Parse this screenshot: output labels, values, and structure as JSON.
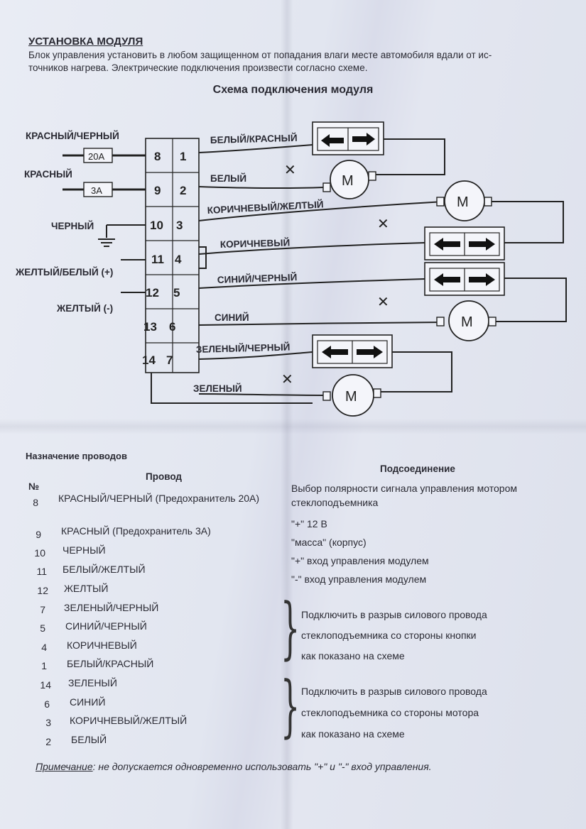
{
  "header": {
    "section_title": "УСТАНОВКА МОДУЛЯ",
    "intro_line1": "Блок управления установить в любом защищенном от попадания влаги месте автомобиля вдали от ис-",
    "intro_line2": "точников нагрева. Электрические подключения произвести согласно схеме.",
    "schema_title": "Схема подключения модуля"
  },
  "diagram": {
    "left_labels": {
      "red_black": "КРАСНЫЙ/ЧЕРНЫЙ",
      "red": "КРАСНЫЙ",
      "black": "ЧЕРНЫЙ",
      "yellow_white": "ЖЕЛТЫЙ/БЕЛЫЙ (+)",
      "yellow": "ЖЕЛТЫЙ (-)"
    },
    "fuse_20a": "20А",
    "fuse_3a": "3А",
    "pins_left": [
      "8",
      "9",
      "10",
      "11",
      "12",
      "13",
      "14"
    ],
    "pins_right": [
      "1",
      "2",
      "3",
      "4",
      "5",
      "6",
      "7"
    ],
    "right_labels": {
      "white_red": "БЕЛЫЙ/КРАСНЫЙ",
      "white": "БЕЛЫЙ",
      "brown_yellow": "КОРИЧНЕВЫЙ/ЖЕЛТЫЙ",
      "brown": "КОРИЧНЕВЫЙ",
      "blue_black": "СИНИЙ/ЧЕРНЫЙ",
      "blue": "СИНИЙ",
      "green_black": "ЗЕЛЕНЫЙ/ЧЕРНЫЙ",
      "green": "ЗЕЛЕНЫЙ"
    },
    "motor_label": "M",
    "cut_mark": "✕"
  },
  "wires_table": {
    "title": "Назначение проводов",
    "col_no": "№",
    "col_wire": "Провод",
    "col_connection": "Подсоединение",
    "rows": [
      {
        "no": "8",
        "wire": "КРАСНЫЙ/ЧЕРНЫЙ (Предохранитель 20А)"
      },
      {
        "no": "9",
        "wire": "КРАСНЫЙ (Предохранитель 3А)"
      },
      {
        "no": "10",
        "wire": "ЧЕРНЫЙ"
      },
      {
        "no": "11",
        "wire": "БЕЛЫЙ/ЖЕЛТЫЙ"
      },
      {
        "no": "12",
        "wire": "ЖЕЛТЫЙ"
      },
      {
        "no": "7",
        "wire": "ЗЕЛЕНЫЙ/ЧЕРНЫЙ"
      },
      {
        "no": "5",
        "wire": "СИНИЙ/ЧЕРНЫЙ"
      },
      {
        "no": "4",
        "wire": "КОРИЧНЕВЫЙ"
      },
      {
        "no": "1",
        "wire": "БЕЛЫЙ/КРАСНЫЙ"
      },
      {
        "no": "14",
        "wire": "ЗЕЛЕНЫЙ"
      },
      {
        "no": "6",
        "wire": "СИНИЙ"
      },
      {
        "no": "3",
        "wire": "КОРИЧНЕВЫЙ/ЖЕЛТЫЙ"
      },
      {
        "no": "2",
        "wire": "БЕЛЫЙ"
      }
    ],
    "connections": {
      "row8_line1": "Выбор полярности сигнала управления мотором",
      "row8_line2": "стеклоподъемника",
      "row9": "\"+\" 12 В",
      "row10": "\"масса\" (корпус)",
      "row11": "\"+\" вход управления модулем",
      "row12": "\"-\" вход управления модулем",
      "group1_line1": "Подключить в разрыв силового провода",
      "group1_line2": "стеклоподъемника со стороны кнопки",
      "group1_line3": "как показано на схеме",
      "group2_line1": "Подключить в разрыв силового провода",
      "group2_line2": "стеклоподъемника со стороны мотора",
      "group2_line3": "как показано на схеме"
    }
  },
  "note": {
    "label": "Примечание",
    "text": ": не допускается одновременно использовать \"+\" и \"-\" вход управления."
  }
}
